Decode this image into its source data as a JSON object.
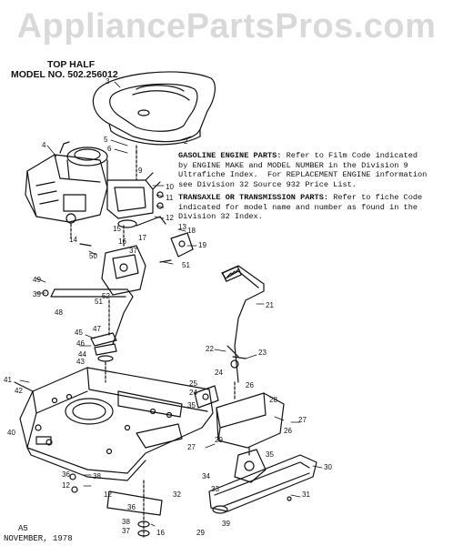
{
  "watermark": "AppliancePartsPros.com",
  "header": {
    "section": "TOP HALF",
    "model": "MODEL NO. 502.256012"
  },
  "notes": {
    "engine_title": "GASOLINE ENGINE PARTS:",
    "engine_lines": [
      " Refer to Film Code indicated",
      "by ENGINE MAKE and MODEL NUMBER in the Division 9",
      "Ultrafiche Index.  For REPLACEMENT ENGINE information",
      "see Division 32 Source 932 Price List."
    ],
    "transaxle_title": "TRANSAXLE OR TRANSMISSION PARTS:",
    "transaxle_lines": [
      " Refer to fiche Code",
      "indicated for model name and number as found in the",
      "Division 32 Index."
    ]
  },
  "footer": {
    "page": "A5",
    "date": "NOVEMBER, 1978"
  },
  "callouts": [
    {
      "text": "3"
    },
    {
      "text": "2"
    },
    {
      "text": "4"
    },
    {
      "text": "5"
    },
    {
      "text": "6"
    },
    {
      "text": "9"
    },
    {
      "text": "10"
    },
    {
      "text": "11"
    },
    {
      "text": "12"
    },
    {
      "text": "14"
    },
    {
      "text": "15"
    },
    {
      "text": "16"
    },
    {
      "text": "17"
    },
    {
      "text": "13"
    },
    {
      "text": "18"
    },
    {
      "text": "19"
    },
    {
      "text": "50"
    },
    {
      "text": "37"
    },
    {
      "text": "51"
    },
    {
      "text": "49"
    },
    {
      "text": "39"
    },
    {
      "text": "51"
    },
    {
      "text": "52"
    },
    {
      "text": "48"
    },
    {
      "text": "21"
    },
    {
      "text": "47"
    },
    {
      "text": "45"
    },
    {
      "text": "46"
    },
    {
      "text": "44"
    },
    {
      "text": "43"
    },
    {
      "text": "22"
    },
    {
      "text": "23"
    },
    {
      "text": "24"
    },
    {
      "text": "41"
    },
    {
      "text": "42"
    },
    {
      "text": "25"
    },
    {
      "text": "26"
    },
    {
      "text": "24"
    },
    {
      "text": "35"
    },
    {
      "text": "28"
    },
    {
      "text": "40"
    },
    {
      "text": "27"
    },
    {
      "text": "26"
    },
    {
      "text": "27"
    },
    {
      "text": "29"
    },
    {
      "text": "35"
    },
    {
      "text": "30"
    },
    {
      "text": "34"
    },
    {
      "text": "33"
    },
    {
      "text": "36"
    },
    {
      "text": "12"
    },
    {
      "text": "38"
    },
    {
      "text": "12"
    },
    {
      "text": "32"
    },
    {
      "text": "31"
    },
    {
      "text": "36"
    },
    {
      "text": "38"
    },
    {
      "text": "37"
    },
    {
      "text": "29"
    },
    {
      "text": "39"
    },
    {
      "text": "16"
    }
  ]
}
